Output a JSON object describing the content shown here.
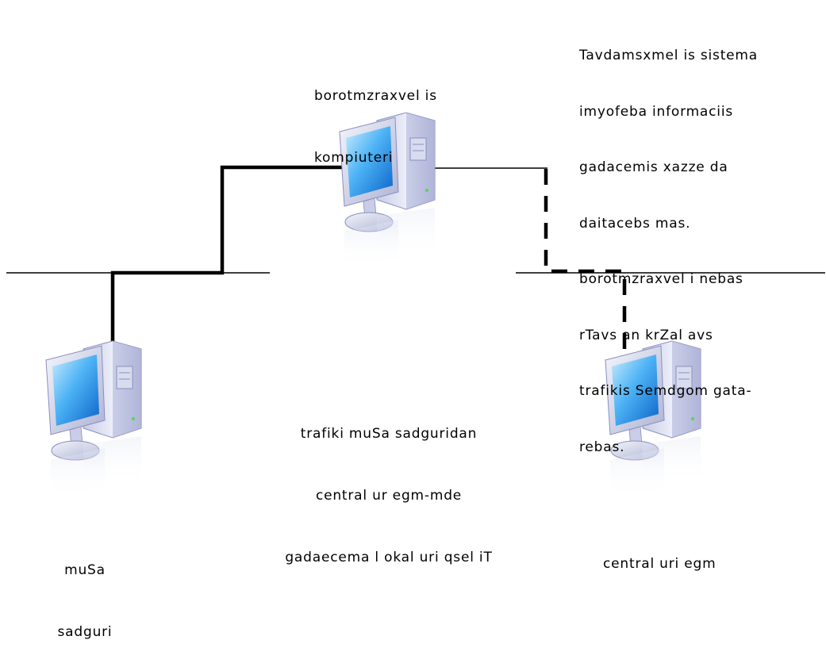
{
  "nodes": {
    "server": {
      "label_line1": "borotmzraxvel is",
      "label_line2": "kompiuteri"
    },
    "user": {
      "label_line1": "muSa",
      "label_line2": "sadguri"
    },
    "gateway": {
      "label": "central uri egm"
    }
  },
  "annotations": {
    "description": [
      "Tavdamsxmel is sistema",
      "imyofeba informaciis",
      "gadacemis xazze da",
      "daitacebs mas.",
      "borotmzraxvel i nebas",
      "rTavs an krZal avs",
      "trafikis Semdgom gata-",
      "rebas."
    ],
    "traffic_note": [
      "trafiki muSa sadguridan",
      "central ur egm-mde",
      "gadaecema l okal uri qsel iT"
    ]
  },
  "icons": {
    "server": "desktop-computer-icon",
    "user": "desktop-computer-icon",
    "gateway": "desktop-computer-icon"
  }
}
